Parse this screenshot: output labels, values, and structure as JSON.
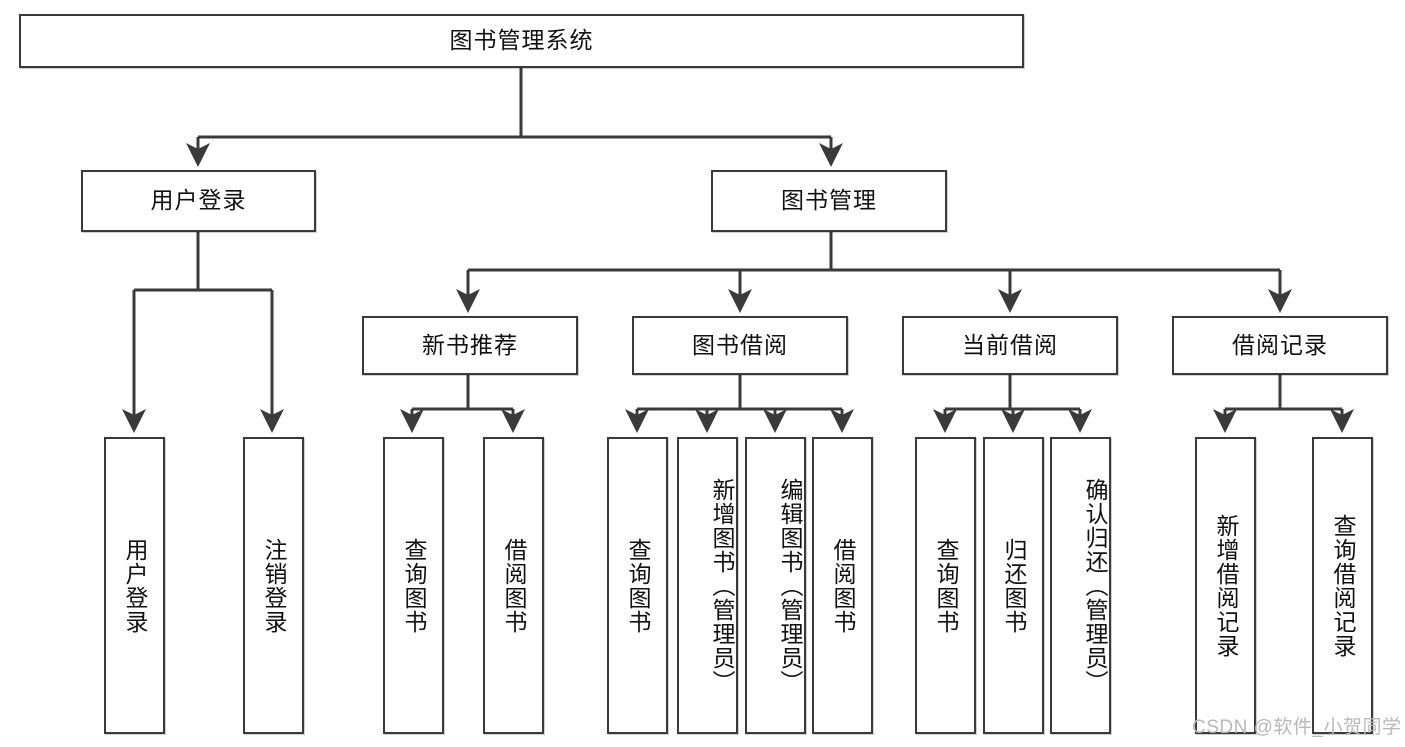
{
  "diagram": {
    "title": "图书管理系统",
    "type": "tree",
    "watermark": "CSDN @软件_小贺同学",
    "colors": {
      "box_border": "#3a3a3a",
      "box_fill": "#ffffff",
      "connector": "#3a3a3a",
      "text": "#111111",
      "watermark": "#b9b9b9"
    },
    "nodes": {
      "root": {
        "label": "图书管理系统",
        "orientation": "horizontal"
      },
      "user_login": {
        "label": "用户登录",
        "orientation": "horizontal"
      },
      "book_manage": {
        "label": "图书管理",
        "orientation": "horizontal"
      },
      "new_book_rec": {
        "label": "新书推荐",
        "orientation": "horizontal"
      },
      "book_borrow": {
        "label": "图书借阅",
        "orientation": "horizontal"
      },
      "current_borrow": {
        "label": "当前借阅",
        "orientation": "horizontal"
      },
      "borrow_record": {
        "label": "借阅记录",
        "orientation": "horizontal"
      },
      "leaf_user_login": {
        "label": "用户登录",
        "orientation": "vertical"
      },
      "leaf_logout": {
        "label": "注销登录",
        "orientation": "vertical"
      },
      "leaf_query_book_1": {
        "label": "查询图书",
        "orientation": "vertical"
      },
      "leaf_borrow_book_1": {
        "label": "借阅图书",
        "orientation": "vertical"
      },
      "leaf_query_book_2": {
        "label": "查询图书",
        "orientation": "vertical"
      },
      "leaf_add_book": {
        "label": "新增图书（管理员）",
        "orientation": "vertical"
      },
      "leaf_edit_book": {
        "label": "编辑图书（管理员）",
        "orientation": "vertical"
      },
      "leaf_borrow_book_2": {
        "label": "借阅图书",
        "orientation": "vertical"
      },
      "leaf_query_book_3": {
        "label": "查询图书",
        "orientation": "vertical"
      },
      "leaf_return_book": {
        "label": "归还图书",
        "orientation": "vertical"
      },
      "leaf_confirm_return": {
        "label": "确认归还（管理员）",
        "orientation": "vertical"
      },
      "leaf_add_record": {
        "label": "新增借阅记录",
        "orientation": "vertical"
      },
      "leaf_query_record": {
        "label": "查询借阅记录",
        "orientation": "vertical"
      }
    },
    "hierarchy": [
      {
        "node": "root",
        "children": [
          {
            "node": "user_login",
            "children": [
              {
                "node": "leaf_user_login"
              },
              {
                "node": "leaf_logout"
              }
            ]
          },
          {
            "node": "book_manage",
            "children": [
              {
                "node": "new_book_rec",
                "children": [
                  {
                    "node": "leaf_query_book_1"
                  },
                  {
                    "node": "leaf_borrow_book_1"
                  }
                ]
              },
              {
                "node": "book_borrow",
                "children": [
                  {
                    "node": "leaf_query_book_2"
                  },
                  {
                    "node": "leaf_add_book"
                  },
                  {
                    "node": "leaf_edit_book"
                  },
                  {
                    "node": "leaf_borrow_book_2"
                  }
                ]
              },
              {
                "node": "current_borrow",
                "children": [
                  {
                    "node": "leaf_query_book_3"
                  },
                  {
                    "node": "leaf_return_book"
                  },
                  {
                    "node": "leaf_confirm_return"
                  }
                ]
              },
              {
                "node": "borrow_record",
                "children": [
                  {
                    "node": "leaf_add_record"
                  },
                  {
                    "node": "leaf_query_record"
                  }
                ]
              }
            ]
          }
        ]
      }
    ]
  }
}
